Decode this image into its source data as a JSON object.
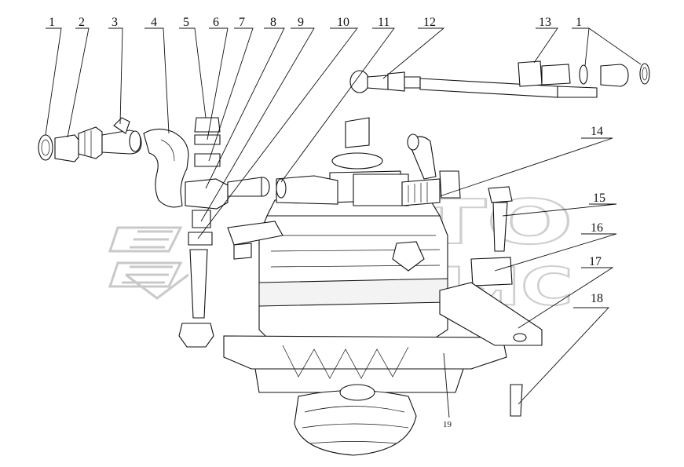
{
  "diagram": {
    "callouts": [
      {
        "id": "c1",
        "label": "1"
      },
      {
        "id": "c2",
        "label": "2"
      },
      {
        "id": "c3",
        "label": "3"
      },
      {
        "id": "c4",
        "label": "4"
      },
      {
        "id": "c5",
        "label": "5"
      },
      {
        "id": "c6",
        "label": "6"
      },
      {
        "id": "c7",
        "label": "7"
      },
      {
        "id": "c8",
        "label": "8"
      },
      {
        "id": "c9",
        "label": "9"
      },
      {
        "id": "c10",
        "label": "10"
      },
      {
        "id": "c11",
        "label": "11"
      },
      {
        "id": "c12",
        "label": "12"
      },
      {
        "id": "c13",
        "label": "13"
      },
      {
        "id": "c1b",
        "label": "1"
      },
      {
        "id": "c14",
        "label": "14"
      },
      {
        "id": "c15",
        "label": "15"
      },
      {
        "id": "c16",
        "label": "16"
      },
      {
        "id": "c17",
        "label": "17"
      },
      {
        "id": "c18",
        "label": "18"
      },
      {
        "id": "c19",
        "label": "19"
      }
    ],
    "watermark": {
      "line1": "АВТО",
      "line2": "МИЛЯС"
    }
  }
}
